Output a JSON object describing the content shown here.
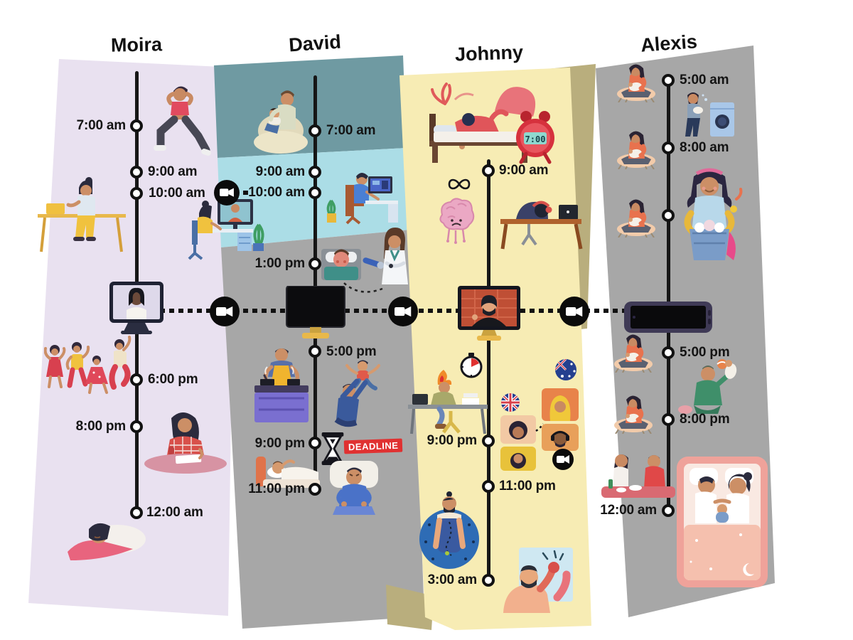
{
  "columns": [
    {
      "name": "Moira",
      "panel_color": "#e9e1f0",
      "events": [
        {
          "time": "7:00 am"
        },
        {
          "time": "9:00 am"
        },
        {
          "time": "10:00 am"
        },
        {
          "time": "6:00 pm"
        },
        {
          "time": "8:00 pm"
        },
        {
          "time": "12:00 am"
        }
      ]
    },
    {
      "name": "David",
      "panel_colors": [
        "#6f9aa2",
        "#abdde6",
        "#a7a7a7"
      ],
      "events": [
        {
          "time": "7:00 am"
        },
        {
          "time": "9:00 am"
        },
        {
          "time": "10:00 am"
        },
        {
          "time": "1:00 pm"
        },
        {
          "time": "5:00 pm"
        },
        {
          "time": "9:00 pm"
        },
        {
          "time": "11:00 pm"
        }
      ]
    },
    {
      "name": "Johnny",
      "panel_color": "#f7ecb4",
      "events": [
        {
          "time": "9:00 am"
        },
        {
          "time": "9:00 pm"
        },
        {
          "time": "11:00 pm"
        },
        {
          "time": "3:00 am"
        }
      ]
    },
    {
      "name": "Alexis",
      "panel_color": "#a7a7a7",
      "events": [
        {
          "time": "5:00 am"
        },
        {
          "time": "8:00 am"
        },
        {
          "time": "5:00 pm"
        },
        {
          "time": "8:00 pm"
        },
        {
          "time": "12:00 am"
        }
      ]
    }
  ],
  "labels": {
    "deadline": "DEADLINE",
    "alarm_display": "7:00"
  },
  "colors": {
    "timeline": "#161616",
    "node_fill": "#ffffff",
    "camera": "#0b0b0b",
    "deadline_bg": "#e03131",
    "moira_lavender": "#e9e1f0",
    "david_teal": "#6f9aa2",
    "david_cyan": "#abdde6",
    "gray_panel": "#a7a7a7",
    "johnny_yellow": "#f7ecb4",
    "olive_edge": "#b9ae7d"
  }
}
